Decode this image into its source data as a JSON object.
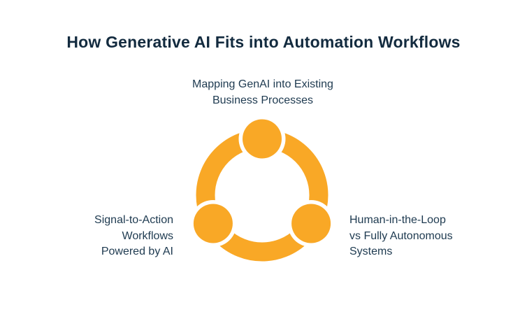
{
  "title": "How Generative AI Fits into Automation Workflows",
  "diagram": {
    "icon": "share-network-icon",
    "labels": {
      "top": "Mapping GenAI into Existing\nBusiness Processes",
      "left": "Signal-to-Action\nWorkflows\nPowered by AI",
      "right": "Human-in-the-Loop\nvs Fully Autonomous\nSystems"
    }
  },
  "colors": {
    "accent_orange": "#F9A826",
    "title_navy": "#132B3F",
    "body_navy": "#1E3A50",
    "background": "#FFFFFF"
  }
}
